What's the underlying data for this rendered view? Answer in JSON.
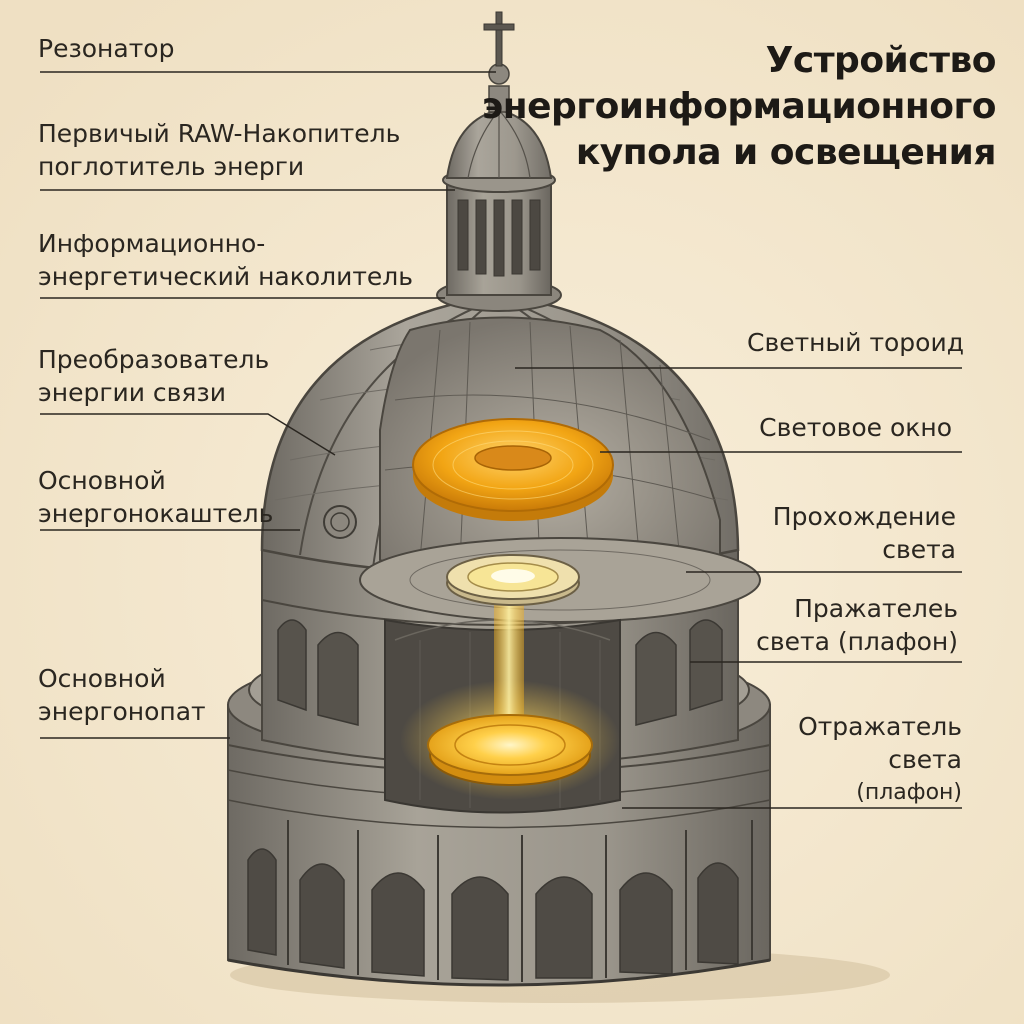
{
  "title": {
    "line1": "Устройство",
    "line2": "энергоинформационного",
    "line3": "купола и освещения"
  },
  "labels_left": {
    "resonator": "Резонатор",
    "primary_line1": "Первичый RAW-Накопитель",
    "primary_line2": "поглотитель энерги",
    "info_line1": "Информационно-",
    "info_line2": "энергетический наколитель",
    "converter_line1": "Преобразователь",
    "converter_line2": "энергии связи",
    "main_cauldron_line1": "Основной",
    "main_cauldron_line2": "энергонокаштель",
    "main_base_line1": "Основной",
    "main_base_line2": "энергонопат"
  },
  "labels_right": {
    "toroid": "Светный тороид",
    "window": "Световое окно",
    "passage_line1": "Прохождение",
    "passage_line2": "света",
    "prajatel_line1": "Пражателеь",
    "prajatel_line2": "света (плафон)",
    "reflector_line1": "Отражатель",
    "reflector_line2": "света",
    "reflector_line3": "(плафон)"
  },
  "colors": {
    "background": "#f5ead2",
    "stone": "#9a958c",
    "stone_dark": "#5d5851",
    "glow": "#f7b521",
    "toroid": "#f2a514"
  }
}
